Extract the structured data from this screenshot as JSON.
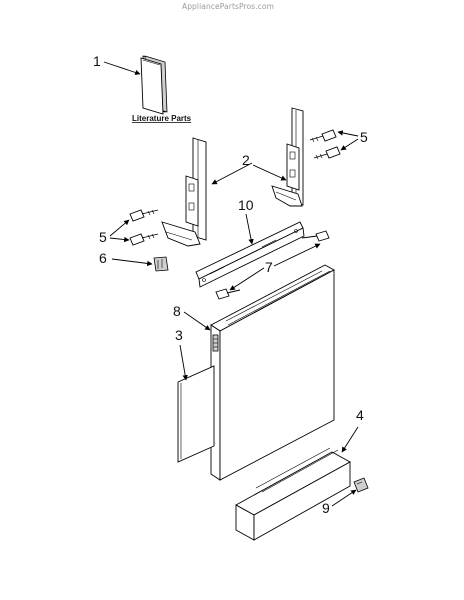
{
  "watermark": "AppliancePartsPros.com",
  "literature_label": "Literature Parts",
  "callouts": {
    "c1": "1",
    "c2": "2",
    "c3": "3",
    "c4": "4",
    "c5a": "5",
    "c5b": "5",
    "c6": "6",
    "c7": "7",
    "c8": "8",
    "c9": "9",
    "c10": "10"
  }
}
